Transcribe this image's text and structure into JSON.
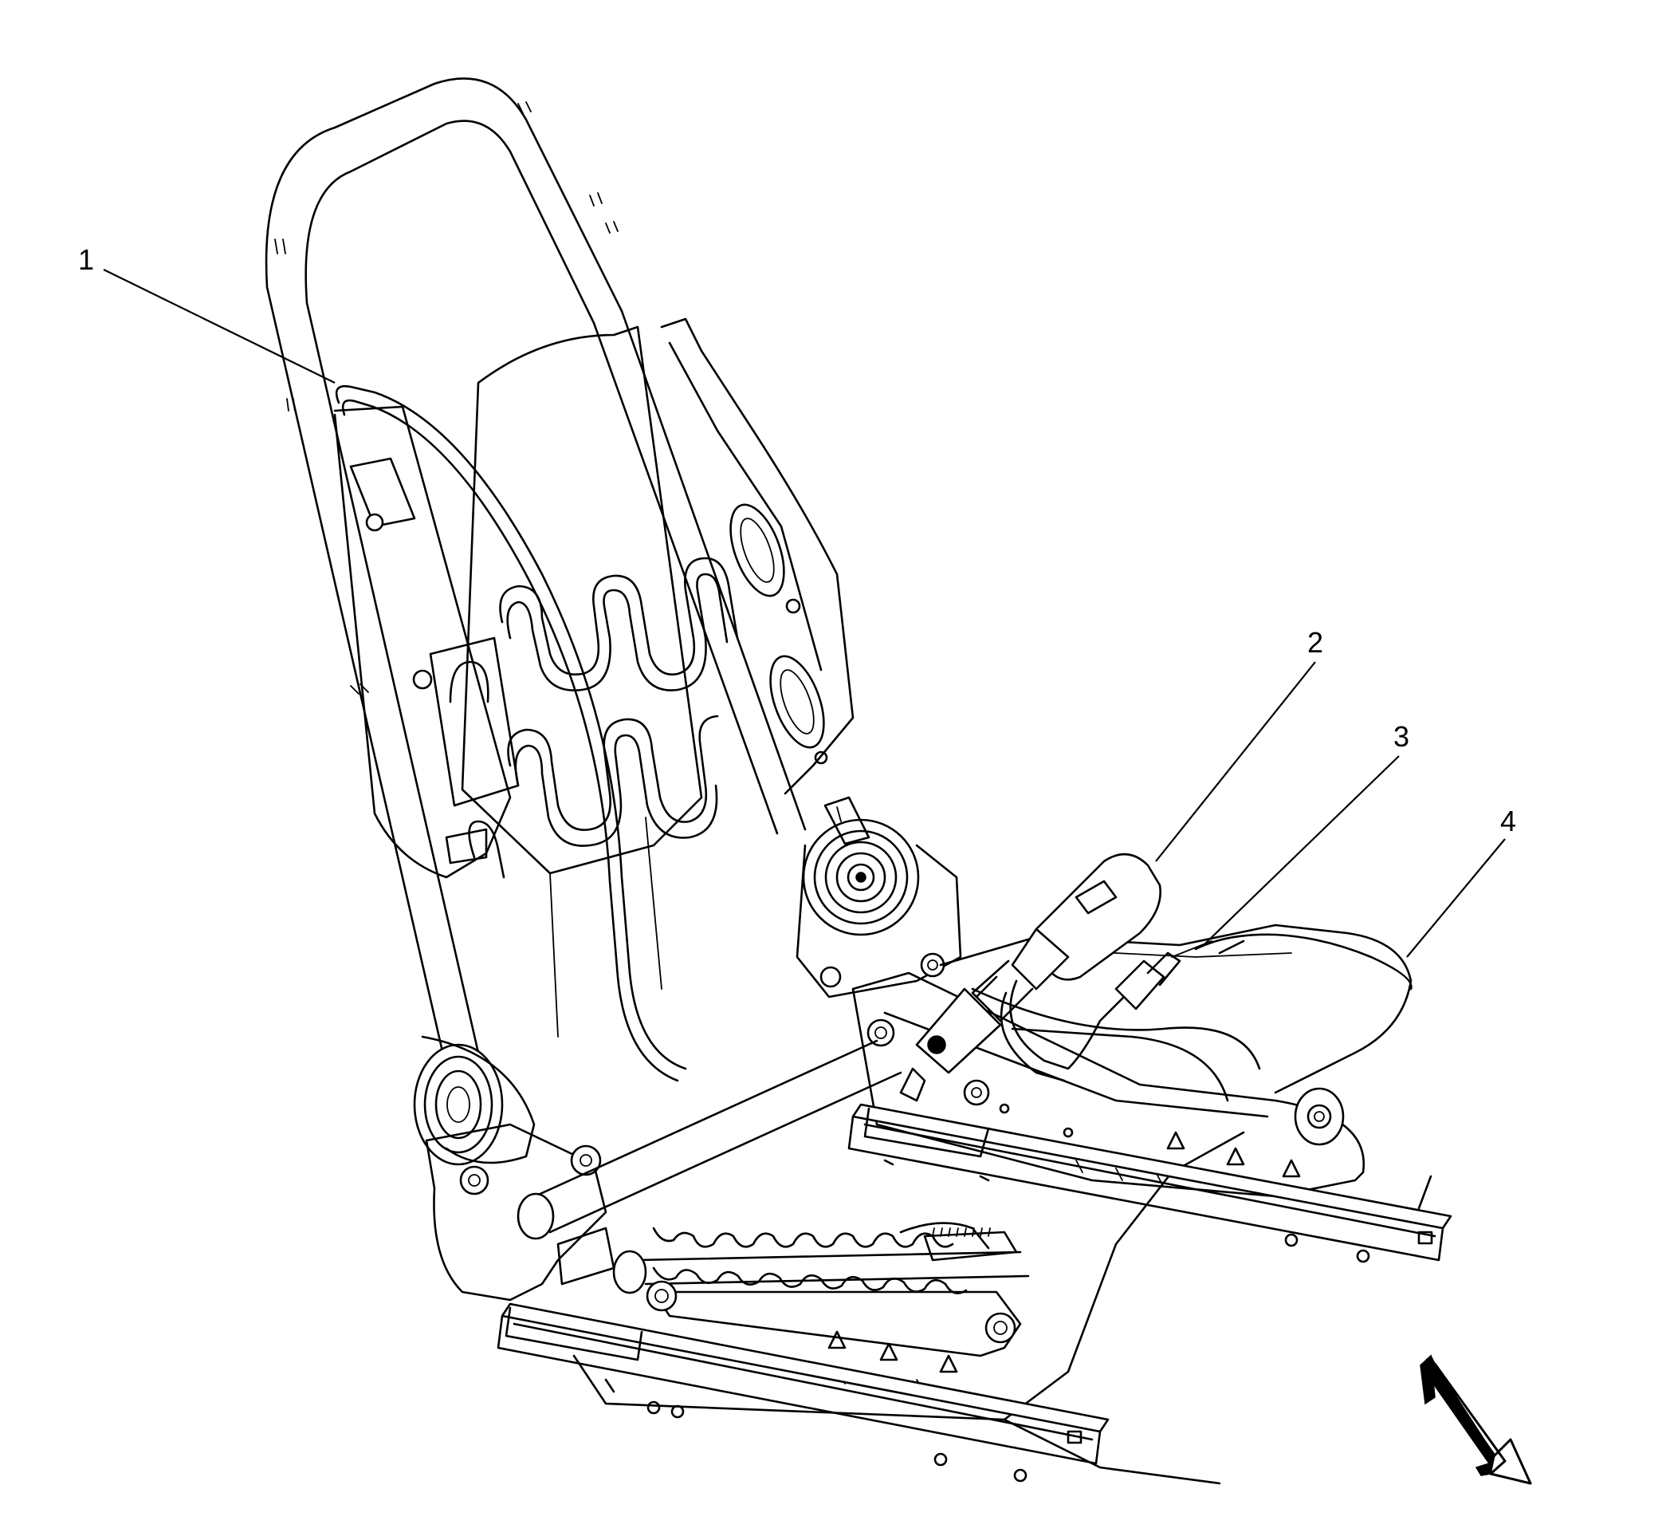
{
  "callouts": [
    {
      "id": 1,
      "label": "1"
    },
    {
      "id": 2,
      "label": "2"
    },
    {
      "id": 3,
      "label": "3"
    },
    {
      "id": 4,
      "label": "4"
    }
  ],
  "icons": {
    "direction_arrow": "front-direction-arrow-icon"
  },
  "colors": {
    "line": "#000000",
    "background": "#ffffff"
  }
}
